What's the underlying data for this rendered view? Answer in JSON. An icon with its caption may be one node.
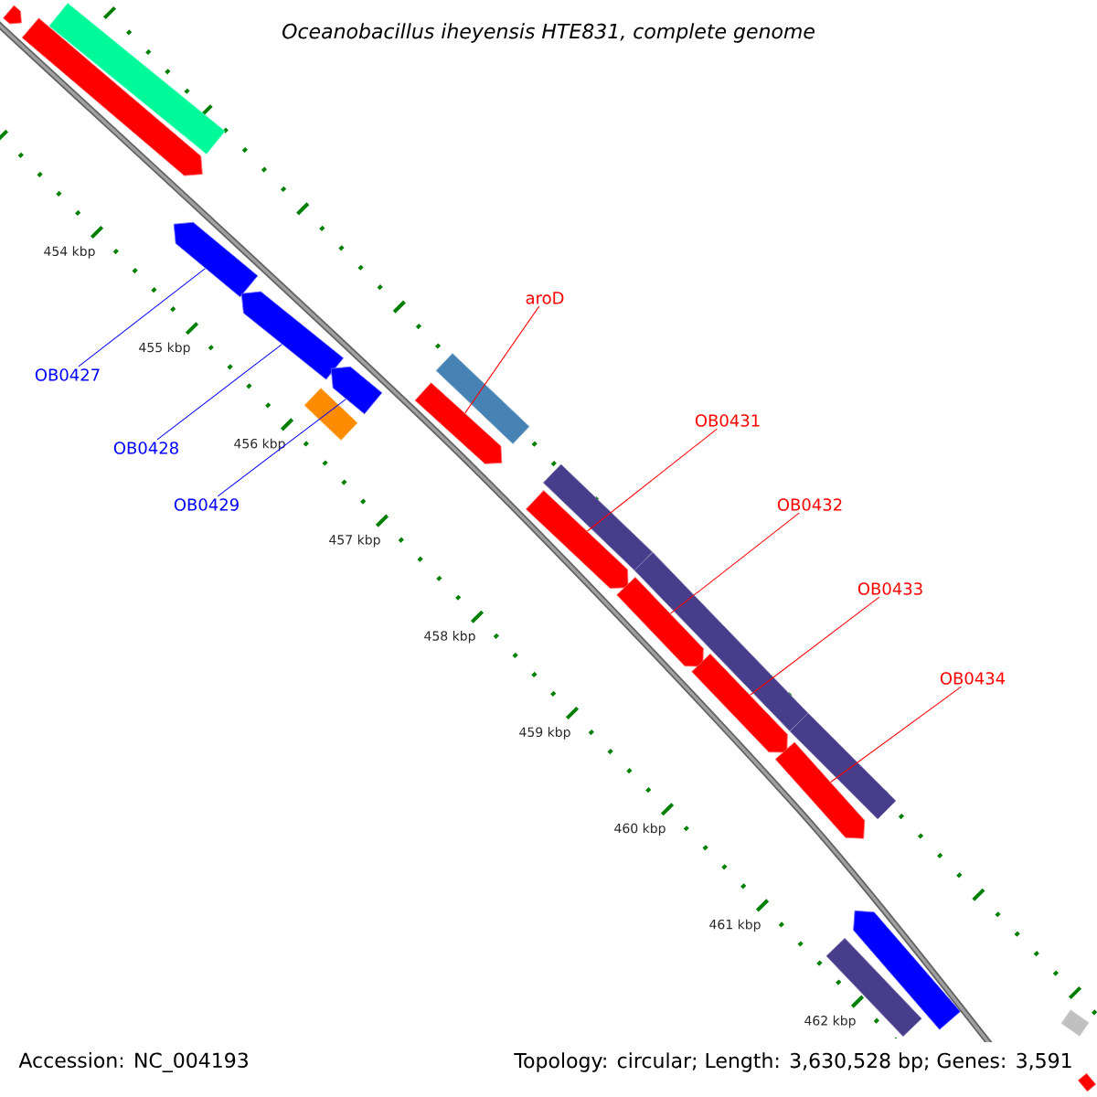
{
  "diagram": {
    "title": "Oceanobacillus iheyensis HTE831, complete genome",
    "nodes": [
      {
        "text": [],
        "shape": "arrow"
      },
      {
        "text": [],
        "shape": "bar"
      },
      {
        "text": [],
        "shape": "arrow"
      },
      {
        "text": [],
        "shape": "arrow"
      },
      {
        "text": [],
        "shape": "arrow"
      },
      {
        "text": [],
        "shape": "arrow"
      },
      {
        "text": [],
        "shape": "bar"
      },
      {
        "text": [],
        "shape": "bar"
      },
      {
        "text": [],
        "shape": "arrow"
      },
      {
        "text": [],
        "shape": "bar"
      },
      {
        "text": [],
        "shape": "arrow"
      },
      {
        "text": [],
        "shape": "bar"
      },
      {
        "text": [],
        "shape": "arrow"
      },
      {
        "text": [],
        "shape": "arrow"
      },
      {
        "text": [],
        "shape": "bar"
      },
      {
        "text": [],
        "shape": "arrow"
      },
      {
        "text": [],
        "shape": "bar"
      },
      {
        "text": [],
        "shape": "arrow"
      },
      {
        "text": [],
        "shape": "bar"
      },
      {
        "text": [],
        "shape": "bar"
      },
      {
        "text": [
          "aroD"
        ]
      },
      {
        "text": [
          "OB0427"
        ]
      },
      {
        "text": [
          "OB0428"
        ]
      },
      {
        "text": [
          "OB0429"
        ]
      },
      {
        "text": [
          "OB0431"
        ]
      },
      {
        "text": [
          "OB0432"
        ]
      },
      {
        "text": [
          "OB0433"
        ]
      },
      {
        "text": [
          "OB0434"
        ]
      }
    ],
    "edges": [
      {
        "from": 20,
        "to": 8,
        "arrow": "none"
      },
      {
        "from": 21,
        "to": 3,
        "arrow": "none",
        "color": "#0000ff"
      },
      {
        "from": 22,
        "to": 4,
        "arrow": "none",
        "color": "#0000ff"
      },
      {
        "from": 23,
        "to": 5,
        "arrow": "none",
        "color": "#0000ff"
      },
      {
        "from": 24,
        "to": 10,
        "arrow": "none"
      },
      {
        "from": 25,
        "to": 12,
        "arrow": "none"
      },
      {
        "from": 26,
        "to": 13,
        "arrow": "none"
      },
      {
        "from": 27,
        "to": 15,
        "arrow": "none"
      }
    ],
    "labels": [
      "454 kbp",
      "455 kbp",
      "456 kbp",
      "457 kbp",
      "458 kbp",
      "459 kbp",
      "460 kbp",
      "461 kbp",
      "462 kbp",
      "Accession: NC_004193",
      "Topology: circular; Length: 3,630,528 bp; Genes: 3,591"
    ]
  }
}
